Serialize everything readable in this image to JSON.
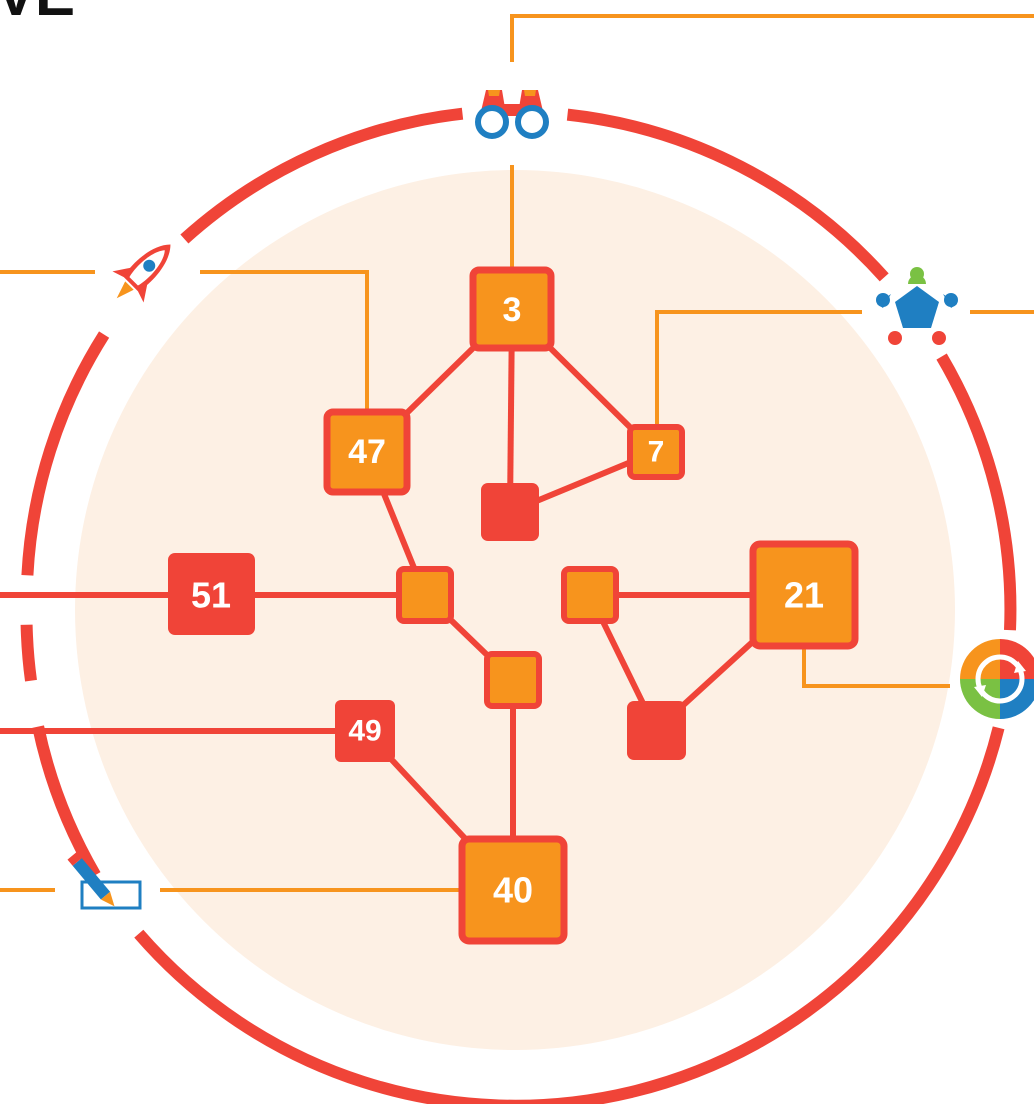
{
  "heading": "VE",
  "colors": {
    "ring": "#f04438",
    "connector_orange": "#f7941d",
    "link_red": "#f04438",
    "node_orange_fill": "#f7941d",
    "node_red_fill": "#f04438",
    "disc": "#fdf0e4"
  },
  "icons": {
    "top": "binoculars-icon",
    "upper_left": "rocket-icon",
    "upper_right": "team-meeting-icon",
    "right": "cycle-arrows-icon",
    "lower_left": "pencil-icon"
  },
  "nodes": {
    "n3": "3",
    "n47": "47",
    "n7": "7",
    "n51": "51",
    "n21": "21",
    "n49": "49",
    "n40": "40"
  }
}
